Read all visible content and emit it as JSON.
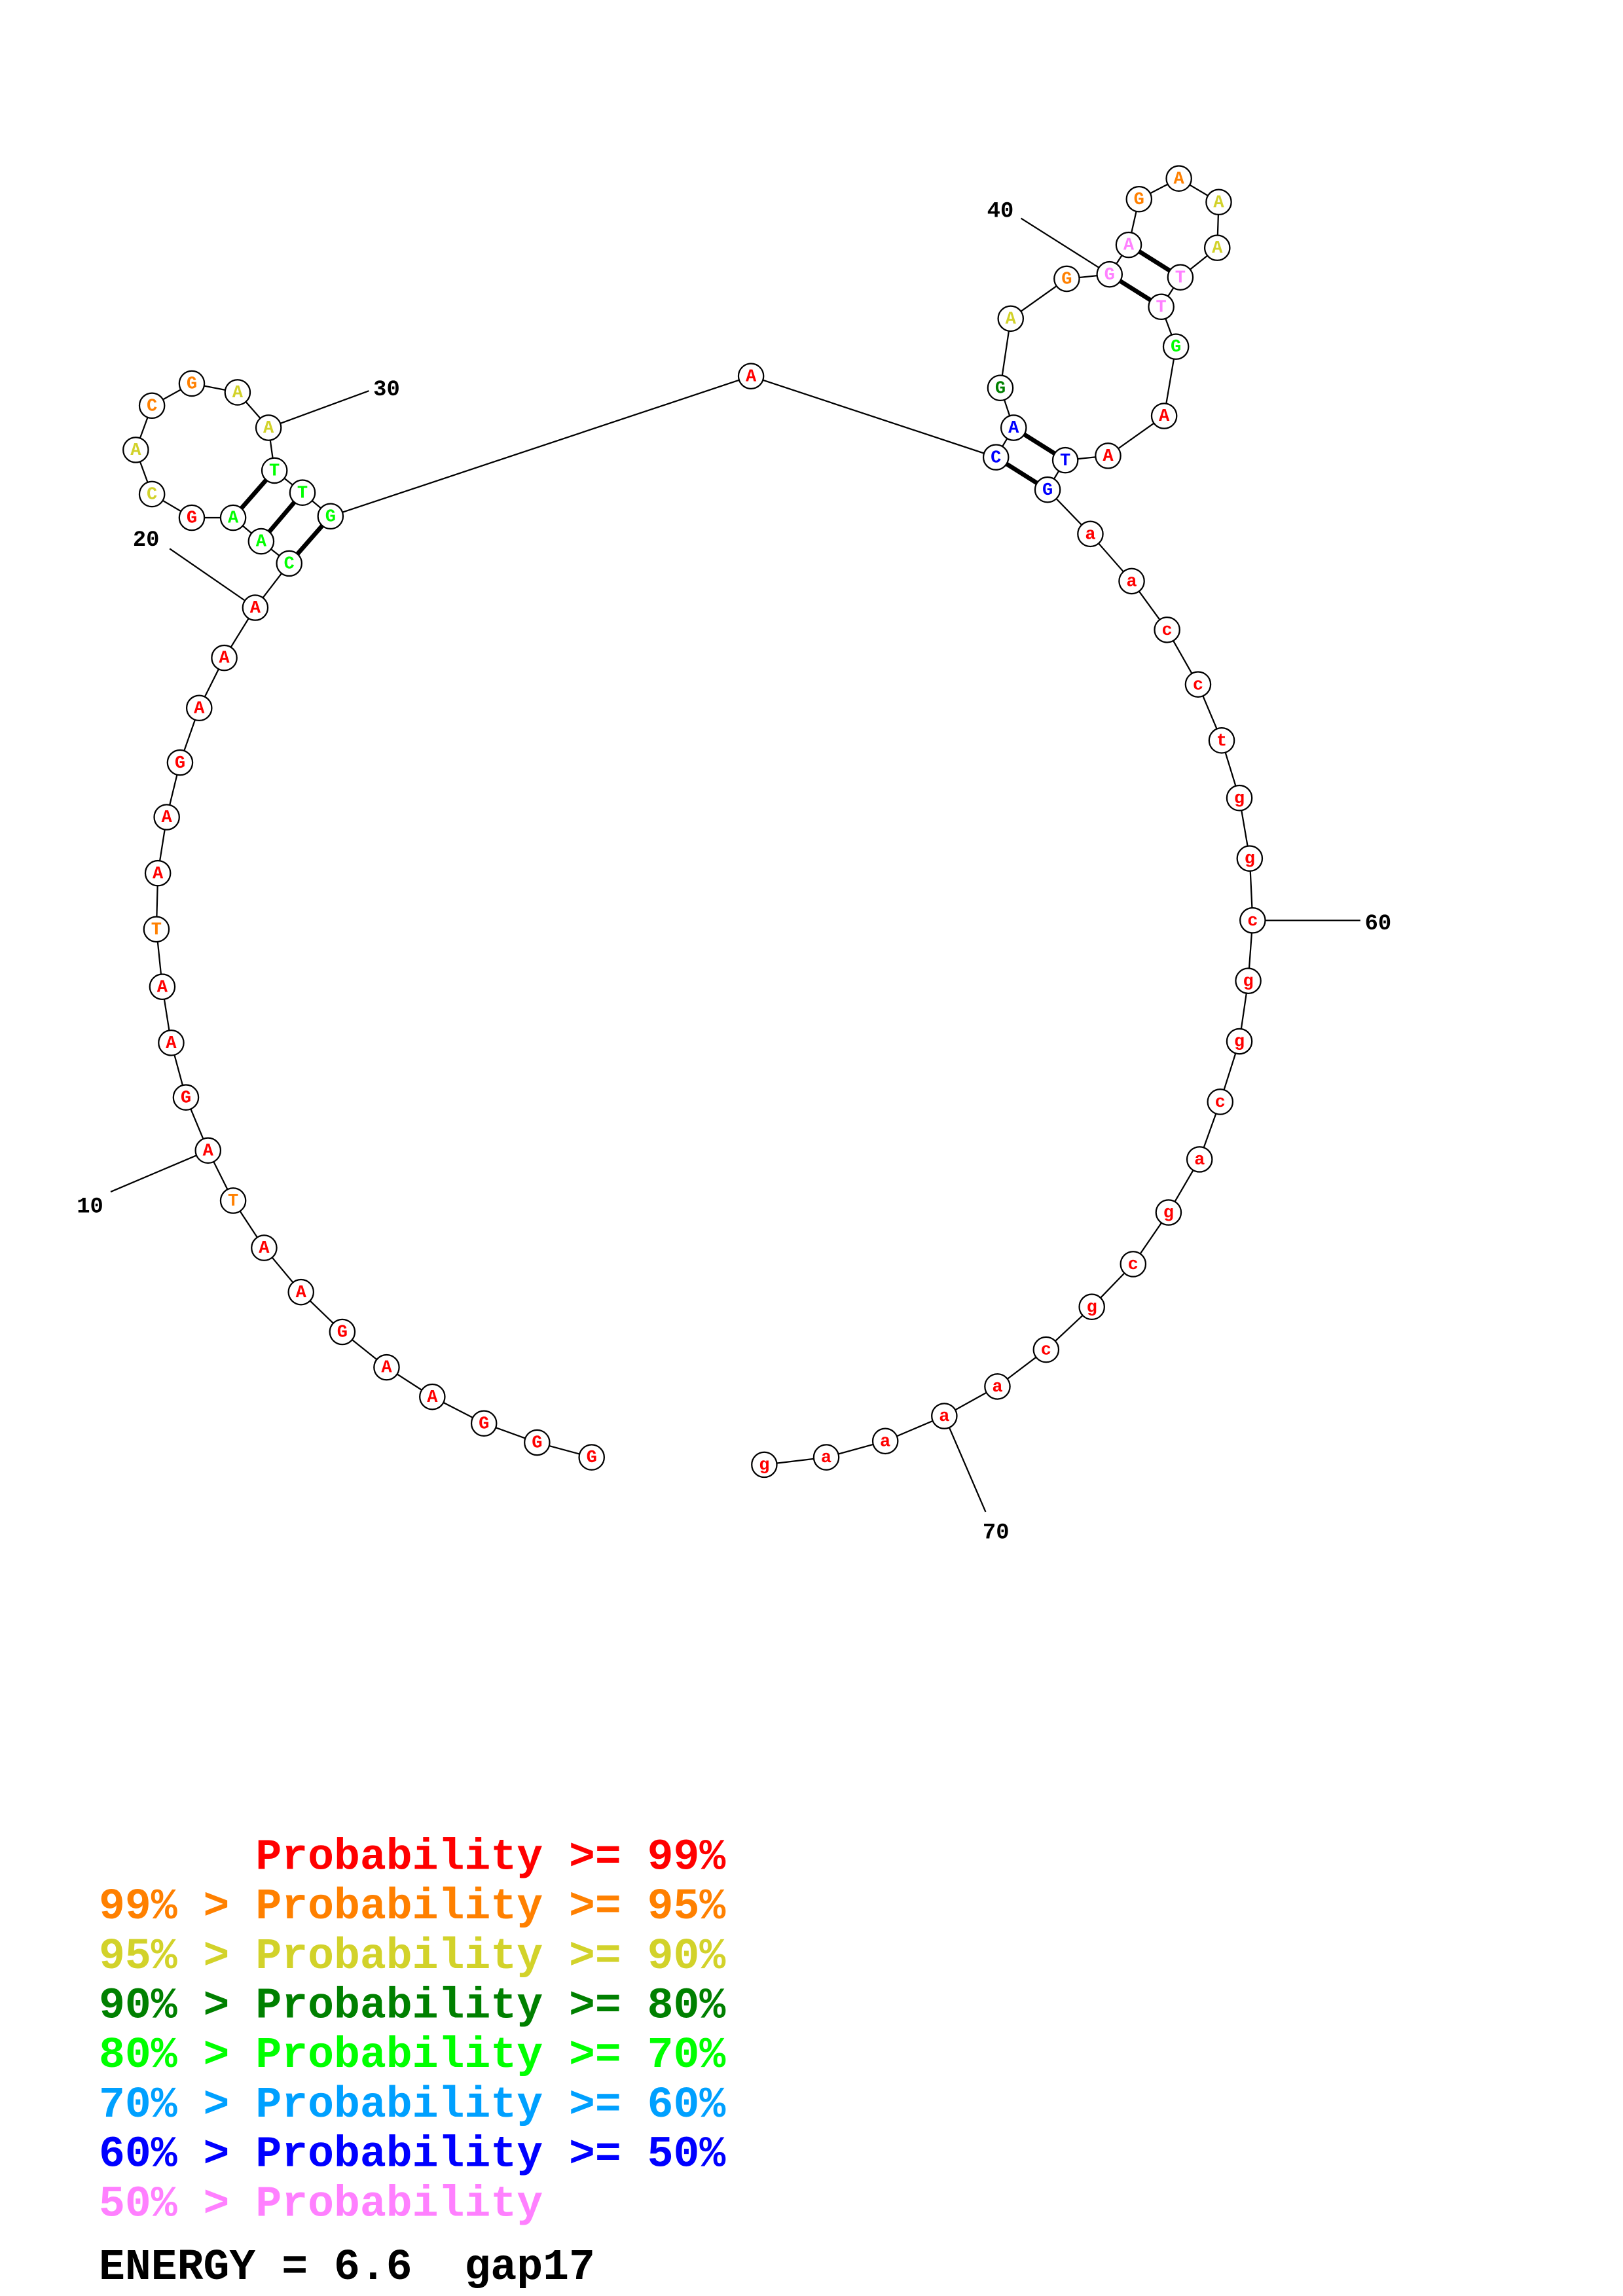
{
  "colors": [
    "#ff0000",
    "#ff8000",
    "#d2d22a",
    "#008000",
    "#00ff00",
    "#00a0ff",
    "#0000ff",
    "#ff80ff"
  ],
  "nucleotides": [
    {
      "b": "G",
      "l": 0
    },
    {
      "b": "G",
      "l": 0
    },
    {
      "b": "G",
      "l": 0
    },
    {
      "b": "A",
      "l": 0
    },
    {
      "b": "A",
      "l": 0
    },
    {
      "b": "G",
      "l": 0
    },
    {
      "b": "A",
      "l": 0
    },
    {
      "b": "A",
      "l": 0
    },
    {
      "b": "T",
      "l": 1
    },
    {
      "b": "A",
      "l": 0
    },
    {
      "b": "G",
      "l": 0
    },
    {
      "b": "A",
      "l": 0
    },
    {
      "b": "A",
      "l": 0
    },
    {
      "b": "T",
      "l": 1
    },
    {
      "b": "A",
      "l": 0
    },
    {
      "b": "A",
      "l": 0
    },
    {
      "b": "G",
      "l": 0
    },
    {
      "b": "A",
      "l": 0
    },
    {
      "b": "A",
      "l": 0
    },
    {
      "b": "A",
      "l": 0
    },
    {
      "b": "C",
      "l": 4
    },
    {
      "b": "A",
      "l": 4
    },
    {
      "b": "A",
      "l": 4
    },
    {
      "b": "G",
      "l": 0
    },
    {
      "b": "C",
      "l": 2
    },
    {
      "b": "A",
      "l": 2
    },
    {
      "b": "C",
      "l": 1
    },
    {
      "b": "G",
      "l": 1
    },
    {
      "b": "A",
      "l": 2
    },
    {
      "b": "A",
      "l": 2
    },
    {
      "b": "T",
      "l": 4
    },
    {
      "b": "T",
      "l": 4
    },
    {
      "b": "G",
      "l": 4
    },
    {
      "b": "A",
      "l": 0
    },
    {
      "b": "C",
      "l": 6
    },
    {
      "b": "A",
      "l": 6
    },
    {
      "b": "G",
      "l": 3
    },
    {
      "b": "A",
      "l": 2
    },
    {
      "b": "G",
      "l": 1
    },
    {
      "b": "G",
      "l": 7
    },
    {
      "b": "A",
      "l": 7
    },
    {
      "b": "G",
      "l": 1
    },
    {
      "b": "A",
      "l": 1
    },
    {
      "b": "A",
      "l": 2
    },
    {
      "b": "A",
      "l": 2
    },
    {
      "b": "T",
      "l": 7
    },
    {
      "b": "T",
      "l": 7
    },
    {
      "b": "G",
      "l": 4
    },
    {
      "b": "A",
      "l": 0
    },
    {
      "b": "A",
      "l": 0
    },
    {
      "b": "T",
      "l": 6
    },
    {
      "b": "G",
      "l": 6
    },
    {
      "b": "a",
      "l": 0
    },
    {
      "b": "a",
      "l": 0
    },
    {
      "b": "c",
      "l": 0
    },
    {
      "b": "c",
      "l": 0
    },
    {
      "b": "t",
      "l": 0
    },
    {
      "b": "g",
      "l": 0
    },
    {
      "b": "g",
      "l": 0
    },
    {
      "b": "c",
      "l": 0
    },
    {
      "b": "g",
      "l": 0
    },
    {
      "b": "g",
      "l": 0
    },
    {
      "b": "c",
      "l": 0
    },
    {
      "b": "a",
      "l": 0
    },
    {
      "b": "g",
      "l": 0
    },
    {
      "b": "c",
      "l": 0
    },
    {
      "b": "g",
      "l": 0
    },
    {
      "b": "c",
      "l": 0
    },
    {
      "b": "a",
      "l": 0
    },
    {
      "b": "a",
      "l": 0
    },
    {
      "b": "a",
      "l": 0
    },
    {
      "b": "a",
      "l": 0
    },
    {
      "b": "g",
      "l": 0
    }
  ],
  "pairs": [
    [
      21,
      33
    ],
    [
      22,
      32
    ],
    [
      23,
      31
    ],
    [
      35,
      52
    ],
    [
      36,
      51
    ],
    [
      40,
      47
    ],
    [
      41,
      46
    ]
  ],
  "position_labels": [
    {
      "pos": 10,
      "text": "10"
    },
    {
      "pos": 20,
      "text": "20"
    },
    {
      "pos": 30,
      "text": "30"
    },
    {
      "pos": 40,
      "text": "40"
    },
    {
      "pos": 60,
      "text": "60"
    },
    {
      "pos": 70,
      "text": "70"
    }
  ],
  "legend": [
    {
      "prefix": "",
      "label": "Probability >= 99%",
      "l": 0
    },
    {
      "prefix": "99% > ",
      "label": "Probability >= 95%",
      "l": 1
    },
    {
      "prefix": "95% > ",
      "label": "Probability >= 90%",
      "l": 2
    },
    {
      "prefix": "90% > ",
      "label": "Probability >= 80%",
      "l": 3
    },
    {
      "prefix": "80% > ",
      "label": "Probability >= 70%",
      "l": 4
    },
    {
      "prefix": "70% > ",
      "label": "Probability >= 60%",
      "l": 5
    },
    {
      "prefix": "60% > ",
      "label": "Probability >= 50%",
      "l": 6
    },
    {
      "prefix": "50% > ",
      "label": "Probability",
      "l": 7
    }
  ],
  "energy_text": "ENERGY = 6.6  gap17"
}
